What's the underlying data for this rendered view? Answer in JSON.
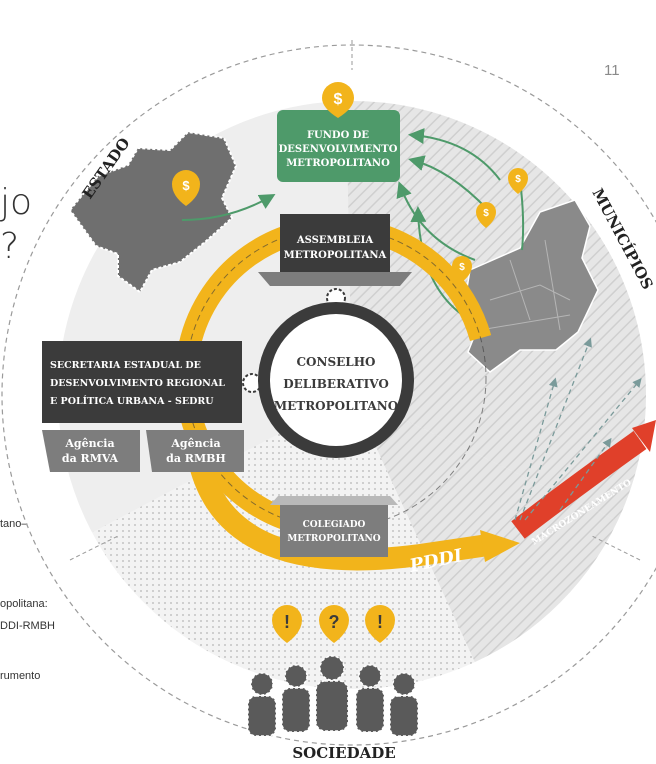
{
  "page_number": "11",
  "left_text": {
    "big_line1": "jo",
    "big_line2": "?",
    "small1": "tano–",
    "small2": "opolitana:",
    "small3": "DDI-RMBH",
    "small4": "rumento"
  },
  "nodes": {
    "fundo_line1": "FUNDO DE",
    "fundo_line2": "DESENVOLVIMENTO",
    "fundo_line3": "METROPOLITANO",
    "assembleia_line1": "ASSEMBLEIA",
    "assembleia_line2": "METROPOLITANA",
    "secretaria_line1": "SECRETARIA ESTADUAL DE",
    "secretaria_line2": "DESENVOLVIMENTO REGIONAL",
    "secretaria_line3": "E POLÍTICA URBANA - SEDRU",
    "agencia_rmva_line1": "Agência",
    "agencia_rmva_line2": "da RMVA",
    "agencia_rmbh_line1": "Agência",
    "agencia_rmbh_line2": "da RMBH",
    "conselho_line1": "CONSELHO",
    "conselho_line2": "DELIBERATIVO",
    "conselho_line3": "METROPOLITANO",
    "colegiado_line1": "COLEGIADO",
    "colegiado_line2": "METROPOLITANO"
  },
  "sectors": {
    "estado": "ESTADO",
    "municipios": "MUNICÍPIOS",
    "sociedade": "SOCIEDADE"
  },
  "arrows": {
    "pddi": "PDDI",
    "macrozoneamento": "MACROZONEAMENTO"
  },
  "icons": {
    "coin": "$",
    "exclaim": "!",
    "question": "?"
  },
  "colors": {
    "green": "#4e9a6a",
    "dark": "#3b3b3b",
    "yellow": "#f2b41b",
    "red": "#e0402a",
    "light_gray": "#ececec",
    "mid_gray": "#7d7d7d"
  }
}
